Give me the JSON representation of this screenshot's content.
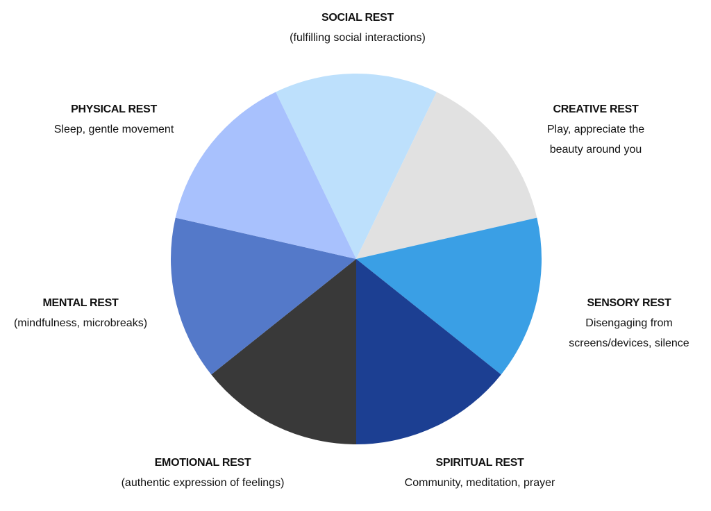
{
  "chart_data": {
    "type": "pie",
    "title": "",
    "start_angle_deg": -25.714,
    "direction": "clockwise",
    "slices": [
      {
        "name": "SOCIAL REST",
        "description": [
          "(fulfilling social interactions)"
        ],
        "value": 1,
        "color": "#bde0fc"
      },
      {
        "name": "CREATIVE REST",
        "description": [
          "Play, appreciate the",
          "beauty around you"
        ],
        "value": 1,
        "color": "#e1e1e1"
      },
      {
        "name": "SENSORY REST",
        "description": [
          "Disengaging from",
          "screens/devices, silence"
        ],
        "value": 1,
        "color": "#3a9fe5"
      },
      {
        "name": "SPIRITUAL REST",
        "description": [
          "Community, meditation, prayer"
        ],
        "value": 1,
        "color": "#1c3f92"
      },
      {
        "name": "EMOTIONAL REST",
        "description": [
          "(authentic expression of feelings)"
        ],
        "value": 1,
        "color": "#393939"
      },
      {
        "name": "MENTAL REST",
        "description": [
          "(mindfulness, microbreaks)"
        ],
        "value": 1,
        "color": "#5479c9"
      },
      {
        "name": "PHYSICAL REST",
        "description": [
          "Sleep, gentle movement"
        ],
        "value": 1,
        "color": "#a8c1fd"
      }
    ]
  }
}
